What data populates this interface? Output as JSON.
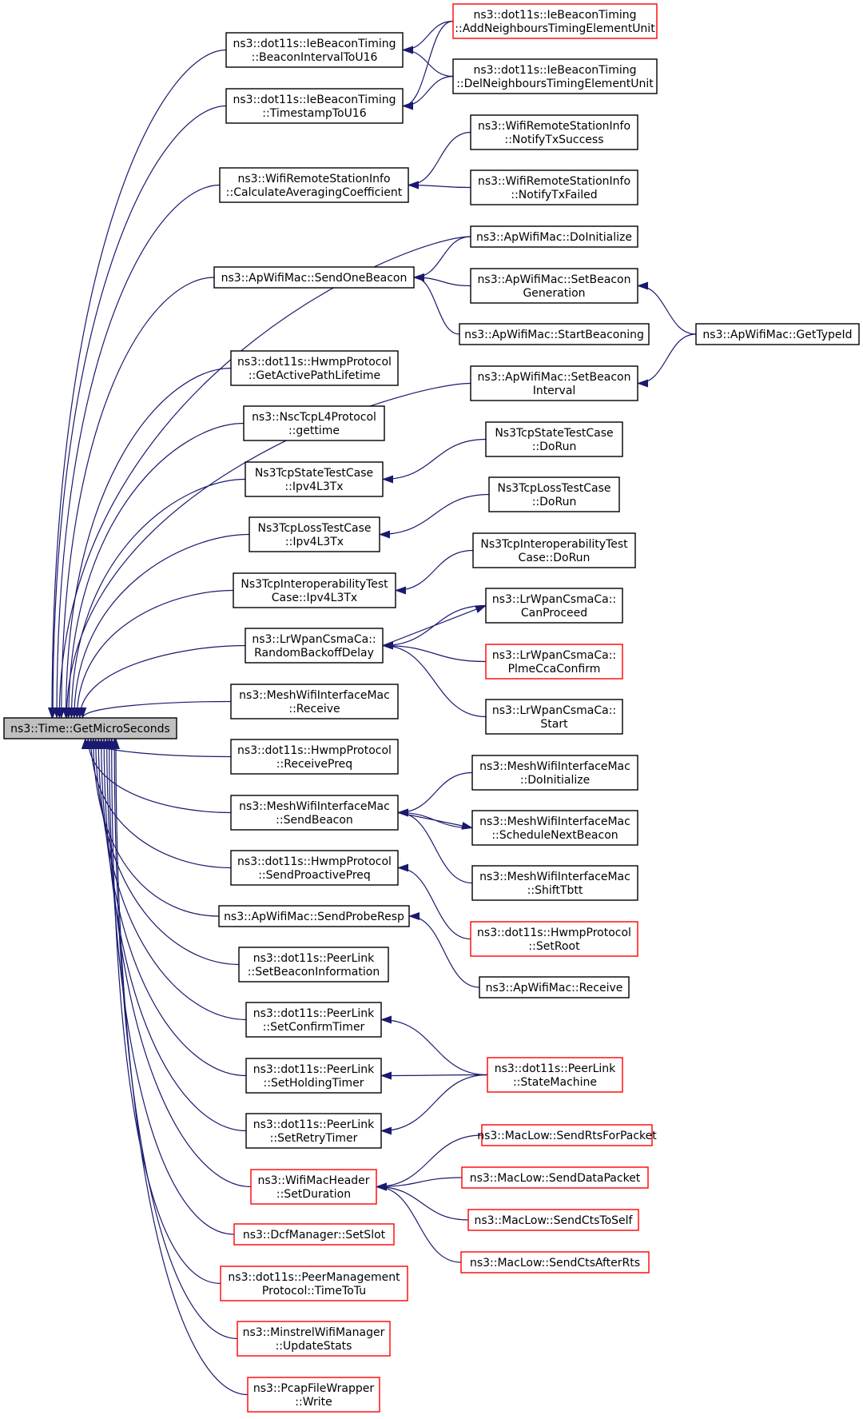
{
  "nodes": [
    {
      "id": "root",
      "style": "root",
      "lines": [
        "ns3::Time::GetMicroSeconds"
      ]
    },
    {
      "id": "c_bi16",
      "style": "black",
      "lines": [
        "ns3::dot11s::IeBeaconTiming",
        "::BeaconIntervalToU16"
      ]
    },
    {
      "id": "c_ts16",
      "style": "black",
      "lines": [
        "ns3::dot11s::IeBeaconTiming",
        "::TimestampToU16"
      ]
    },
    {
      "id": "c_cac",
      "style": "black",
      "lines": [
        "ns3::WifiRemoteStationInfo",
        "::CalculateAveragingCoefficient"
      ]
    },
    {
      "id": "c_sob",
      "style": "black",
      "lines": [
        "ns3::ApWifiMac::SendOneBeacon"
      ]
    },
    {
      "id": "c_gapl",
      "style": "black",
      "lines": [
        "ns3::dot11s::HwmpProtocol",
        "::GetActivePathLifetime"
      ]
    },
    {
      "id": "c_nsc",
      "style": "black",
      "lines": [
        "ns3::NscTcpL4Protocol",
        "::gettime"
      ]
    },
    {
      "id": "c_tsipv4",
      "style": "black",
      "lines": [
        "Ns3TcpStateTestCase",
        "::Ipv4L3Tx"
      ]
    },
    {
      "id": "c_tlipv4",
      "style": "black",
      "lines": [
        "Ns3TcpLossTestCase",
        "::Ipv4L3Tx"
      ]
    },
    {
      "id": "c_tiipv4",
      "style": "black",
      "lines": [
        "Ns3TcpInteroperabilityTest",
        "Case::Ipv4L3Tx"
      ]
    },
    {
      "id": "c_rbd",
      "style": "black",
      "lines": [
        "ns3::LrWpanCsmaCa::",
        "RandomBackoffDelay"
      ]
    },
    {
      "id": "c_mwrecv",
      "style": "black",
      "lines": [
        "ns3::MeshWifiInterfaceMac",
        "::Receive"
      ]
    },
    {
      "id": "c_rpreq",
      "style": "black",
      "lines": [
        "ns3::dot11s::HwmpProtocol",
        "::ReceivePreq"
      ]
    },
    {
      "id": "c_mwsb",
      "style": "black",
      "lines": [
        "ns3::MeshWifiInterfaceMac",
        "::SendBeacon"
      ]
    },
    {
      "id": "c_spp",
      "style": "black",
      "lines": [
        "ns3::dot11s::HwmpProtocol",
        "::SendProactivePreq"
      ]
    },
    {
      "id": "c_spr",
      "style": "black",
      "lines": [
        "ns3::ApWifiMac::SendProbeResp"
      ]
    },
    {
      "id": "c_sbi",
      "style": "black",
      "lines": [
        "ns3::dot11s::PeerLink",
        "::SetBeaconInformation"
      ]
    },
    {
      "id": "c_sct",
      "style": "black",
      "lines": [
        "ns3::dot11s::PeerLink",
        "::SetConfirmTimer"
      ]
    },
    {
      "id": "c_sht",
      "style": "black",
      "lines": [
        "ns3::dot11s::PeerLink",
        "::SetHoldingTimer"
      ]
    },
    {
      "id": "c_srt",
      "style": "black",
      "lines": [
        "ns3::dot11s::PeerLink",
        "::SetRetryTimer"
      ]
    },
    {
      "id": "c_sd",
      "style": "red",
      "lines": [
        "ns3::WifiMacHeader",
        "::SetDuration"
      ]
    },
    {
      "id": "c_dcf",
      "style": "red",
      "lines": [
        "ns3::DcfManager::SetSlot"
      ]
    },
    {
      "id": "c_pmp",
      "style": "red",
      "lines": [
        "ns3::dot11s::PeerManagement",
        "Protocol::TimeToTu"
      ]
    },
    {
      "id": "c_mwm",
      "style": "red",
      "lines": [
        "ns3::MinstrelWifiManager",
        "::UpdateStats"
      ]
    },
    {
      "id": "c_pcap",
      "style": "red",
      "lines": [
        "ns3::PcapFileWrapper",
        "::Write"
      ]
    },
    {
      "id": "g_add",
      "style": "red",
      "lines": [
        "ns3::dot11s::IeBeaconTiming",
        "::AddNeighboursTimingElementUnit"
      ]
    },
    {
      "id": "g_del",
      "style": "black",
      "lines": [
        "ns3::dot11s::IeBeaconTiming",
        "::DelNeighboursTimingElementUnit"
      ]
    },
    {
      "id": "g_ntxs",
      "style": "black",
      "lines": [
        "ns3::WifiRemoteStationInfo",
        "::NotifyTxSuccess"
      ]
    },
    {
      "id": "g_ntxf",
      "style": "black",
      "lines": [
        "ns3::WifiRemoteStationInfo",
        "::NotifyTxFailed"
      ]
    },
    {
      "id": "g_apdoi",
      "style": "black",
      "lines": [
        "ns3::ApWifiMac::DoInitialize"
      ]
    },
    {
      "id": "g_sbg",
      "style": "black",
      "lines": [
        "ns3::ApWifiMac::SetBeacon",
        "Generation"
      ]
    },
    {
      "id": "g_stb",
      "style": "black",
      "lines": [
        "ns3::ApWifiMac::StartBeaconing"
      ]
    },
    {
      "id": "g_sbint",
      "style": "black",
      "lines": [
        "ns3::ApWifiMac::SetBeacon",
        "Interval"
      ]
    },
    {
      "id": "g_gti",
      "style": "black",
      "lines": [
        "ns3::ApWifiMac::GetTypeId"
      ]
    },
    {
      "id": "g_tsrun",
      "style": "black",
      "lines": [
        "Ns3TcpStateTestCase",
        "::DoRun"
      ]
    },
    {
      "id": "g_tlrun",
      "style": "black",
      "lines": [
        "Ns3TcpLossTestCase",
        "::DoRun"
      ]
    },
    {
      "id": "g_tirun",
      "style": "black",
      "lines": [
        "Ns3TcpInteroperabilityTest",
        "Case::DoRun"
      ]
    },
    {
      "id": "g_canp",
      "style": "black",
      "lines": [
        "ns3::LrWpanCsmaCa::",
        "CanProceed"
      ]
    },
    {
      "id": "g_plme",
      "style": "red",
      "lines": [
        "ns3::LrWpanCsmaCa::",
        "PlmeCcaConfirm"
      ]
    },
    {
      "id": "g_lrstart",
      "style": "black",
      "lines": [
        "ns3::LrWpanCsmaCa::",
        "Start"
      ]
    },
    {
      "id": "g_mwdoi",
      "style": "black",
      "lines": [
        "ns3::MeshWifiInterfaceMac",
        "::DoInitialize"
      ]
    },
    {
      "id": "g_snb",
      "style": "black",
      "lines": [
        "ns3::MeshWifiInterfaceMac",
        "::ScheduleNextBeacon"
      ]
    },
    {
      "id": "g_stbtt",
      "style": "black",
      "lines": [
        "ns3::MeshWifiInterfaceMac",
        "::ShiftTbtt"
      ]
    },
    {
      "id": "g_setroot",
      "style": "red",
      "lines": [
        "ns3::dot11s::HwmpProtocol",
        "::SetRoot"
      ]
    },
    {
      "id": "g_aprecv",
      "style": "black",
      "lines": [
        "ns3::ApWifiMac::Receive"
      ]
    },
    {
      "id": "g_sm",
      "style": "red",
      "lines": [
        "ns3::dot11s::PeerLink",
        "::StateMachine"
      ]
    },
    {
      "id": "g_rts",
      "style": "red",
      "lines": [
        "ns3::MacLow::SendRtsForPacket"
      ]
    },
    {
      "id": "g_sdp",
      "style": "red",
      "lines": [
        "ns3::MacLow::SendDataPacket"
      ]
    },
    {
      "id": "g_ctsself",
      "style": "red",
      "lines": [
        "ns3::MacLow::SendCtsToSelf"
      ]
    },
    {
      "id": "g_ctsrts",
      "style": "red",
      "lines": [
        "ns3::MacLow::SendCtsAfterRts"
      ]
    }
  ],
  "edges": [
    [
      "c_bi16",
      "root"
    ],
    [
      "c_ts16",
      "root"
    ],
    [
      "c_cac",
      "root"
    ],
    [
      "c_sob",
      "root"
    ],
    [
      "g_apdoi",
      "root"
    ],
    [
      "g_sbint",
      "root"
    ],
    [
      "c_gapl",
      "root"
    ],
    [
      "c_nsc",
      "root"
    ],
    [
      "c_tsipv4",
      "root"
    ],
    [
      "c_tlipv4",
      "root"
    ],
    [
      "c_tiipv4",
      "root"
    ],
    [
      "c_rbd",
      "root"
    ],
    [
      "c_mwrecv",
      "root"
    ],
    [
      "c_rpreq",
      "root"
    ],
    [
      "c_mwsb",
      "root"
    ],
    [
      "c_spp",
      "root"
    ],
    [
      "c_spr",
      "root"
    ],
    [
      "c_sbi",
      "root"
    ],
    [
      "c_sct",
      "root"
    ],
    [
      "c_sht",
      "root"
    ],
    [
      "c_srt",
      "root"
    ],
    [
      "c_sd",
      "root"
    ],
    [
      "c_dcf",
      "root"
    ],
    [
      "c_pmp",
      "root"
    ],
    [
      "c_mwm",
      "root"
    ],
    [
      "c_pcap",
      "root"
    ],
    [
      "g_add",
      "c_bi16"
    ],
    [
      "g_del",
      "c_bi16"
    ],
    [
      "g_add",
      "c_ts16"
    ],
    [
      "g_del",
      "c_ts16"
    ],
    [
      "g_ntxs",
      "c_cac"
    ],
    [
      "g_ntxf",
      "c_cac"
    ],
    [
      "g_apdoi",
      "c_sob"
    ],
    [
      "g_sbg",
      "c_sob"
    ],
    [
      "g_stb",
      "c_sob"
    ],
    [
      "g_gti",
      "g_sbg"
    ],
    [
      "g_gti",
      "g_sbint"
    ],
    [
      "g_tsrun",
      "c_tsipv4"
    ],
    [
      "g_tlrun",
      "c_tlipv4"
    ],
    [
      "g_tirun",
      "c_tiipv4"
    ],
    [
      "g_canp",
      "c_rbd"
    ],
    [
      "c_rbd",
      "g_canp"
    ],
    [
      "g_plme",
      "c_rbd"
    ],
    [
      "g_lrstart",
      "c_rbd"
    ],
    [
      "g_mwdoi",
      "c_mwsb"
    ],
    [
      "g_snb",
      "c_mwsb"
    ],
    [
      "c_mwsb",
      "g_snb"
    ],
    [
      "g_stbtt",
      "c_mwsb"
    ],
    [
      "g_setroot",
      "c_spp"
    ],
    [
      "g_aprecv",
      "c_spr"
    ],
    [
      "g_sm",
      "c_sct"
    ],
    [
      "g_sm",
      "c_sht"
    ],
    [
      "g_sm",
      "c_srt"
    ],
    [
      "g_rts",
      "c_sd"
    ],
    [
      "g_sdp",
      "c_sd"
    ],
    [
      "g_ctsself",
      "c_sd"
    ],
    [
      "g_ctsrts",
      "c_sd"
    ]
  ],
  "colors": {
    "edge": "#191970",
    "root_fill": "#bfbfbf",
    "red_border": "#ff0000",
    "black_border": "#000000"
  }
}
